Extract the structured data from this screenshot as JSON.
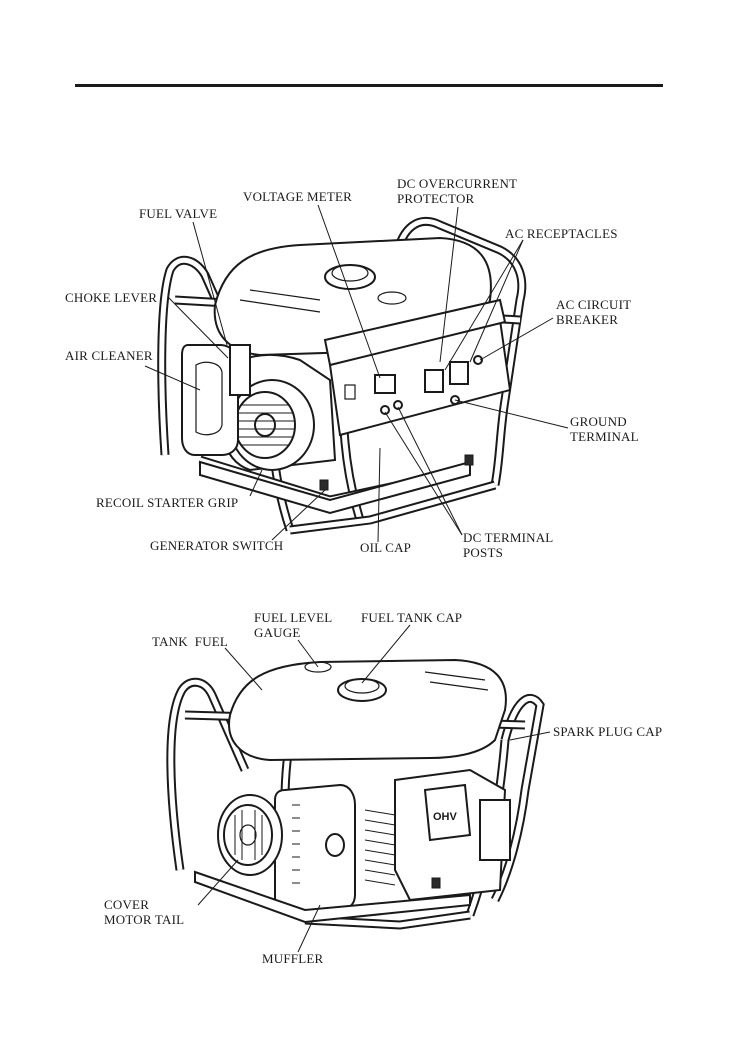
{
  "diagram1": {
    "labels": {
      "voltage_meter": "VOLTAGE METER",
      "dc_overcurrent": "DC OVERCURRENT\nPROTECTOR",
      "fuel_valve": "FUEL VALVE",
      "ac_receptacles": "AC RECEPTACLES",
      "choke_lever": "CHOKE LEVER",
      "ac_circuit_breaker": "AC CIRCUIT\nBREAKER",
      "air_cleaner": "AIR CLEANER",
      "ground_terminal": "GROUND\nTERMINAL",
      "recoil_starter_grip": "RECOIL STARTER GRIP",
      "generator_switch": "GENERATOR SWITCH",
      "oil_cap": "OIL CAP",
      "dc_terminal_posts": "DC TERMINAL\nPOSTS"
    }
  },
  "diagram2": {
    "labels": {
      "fuel_level_gauge": "FUEL LEVEL\nGAUGE",
      "fuel_tank_cap": "FUEL TANK CAP",
      "tank_fuel": "TANK  FUEL",
      "spark_plug_cap": "SPARK PLUG CAP",
      "cover_motor_tail": "COVER\nMOTOR TAIL",
      "muffler": "MUFFLER"
    },
    "engine_badge": "OHV"
  }
}
